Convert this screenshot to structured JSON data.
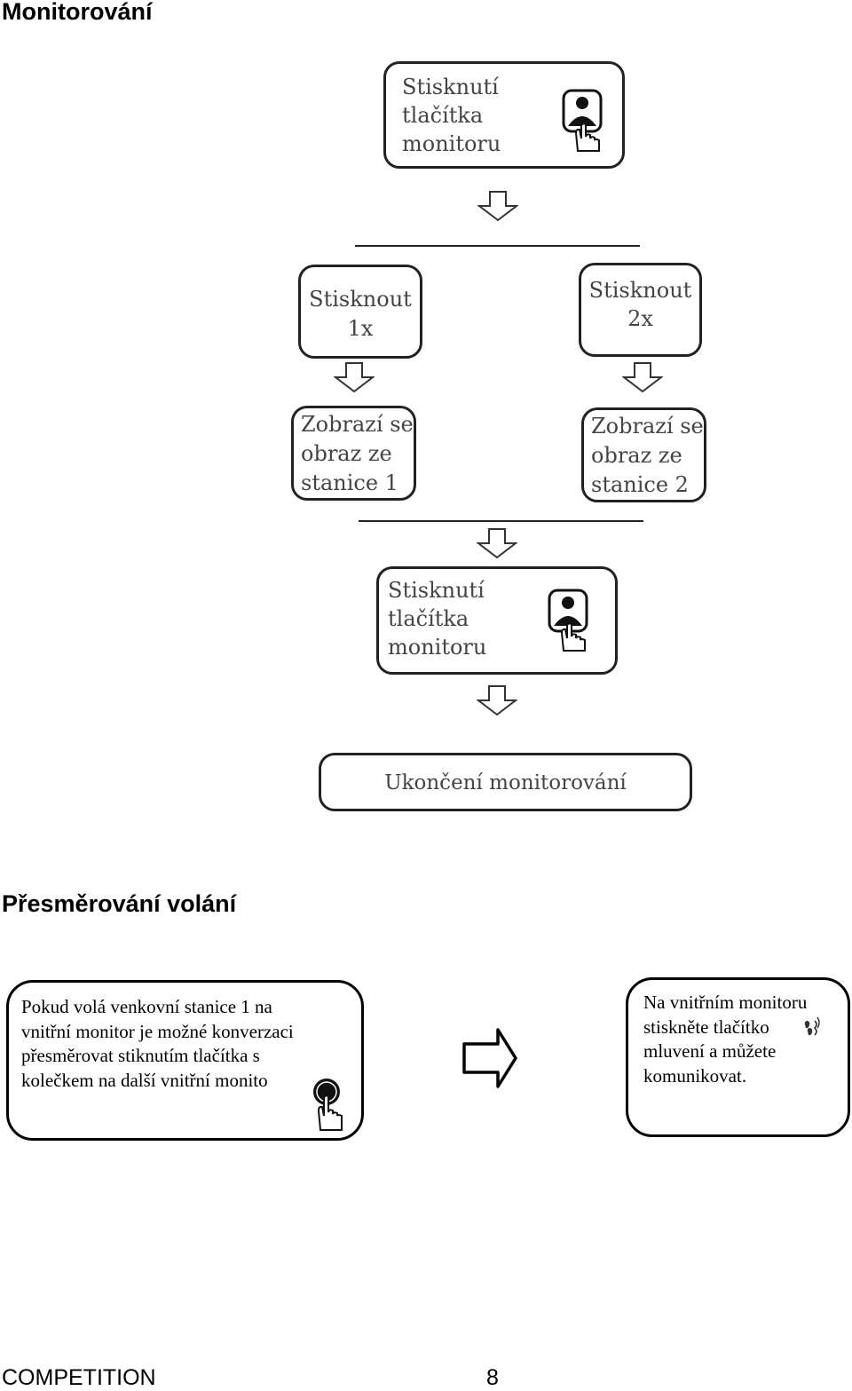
{
  "sections": {
    "monitoring_title": "Monitorování",
    "redirect_title": "Přesměrování volání"
  },
  "flow": {
    "step1": {
      "lines": [
        "Stisknutí",
        "tlačítka",
        "monitoru"
      ],
      "icon": "monitor-button-icon"
    },
    "press1": {
      "lines": [
        "Stisknout",
        "1x"
      ]
    },
    "press2": {
      "lines": [
        "Stisknout",
        "2x"
      ]
    },
    "show1": {
      "lines": [
        "Zobrazí se",
        "obraz ze",
        "stanice 1"
      ]
    },
    "show2": {
      "lines": [
        "Zobrazí se",
        "obraz ze",
        "stanice 2"
      ]
    },
    "step2": {
      "lines": [
        "Stisknutí",
        "tlačítka",
        "monitoru"
      ],
      "icon": "monitor-button-icon"
    },
    "end": {
      "label": "Ukončení monitorování"
    }
  },
  "redirect": {
    "left_box": {
      "lines": [
        "Pokud volá venkovní stanice 1 na",
        "vnitřní monitor je možné konverzaci",
        "přesměrovat stiknutím tlačítka s",
        "kolečkem na další vnitřní monito"
      ],
      "icon": "circle-button-icon"
    },
    "right_box": {
      "lines": [
        "Na vnitřním monitoru",
        "stiskněte tlačítko",
        "mluvení a můžete",
        "komunikovat."
      ],
      "icon": "talk-button-icon"
    }
  },
  "footer": {
    "brand": "COMPETITION",
    "page": "8"
  }
}
